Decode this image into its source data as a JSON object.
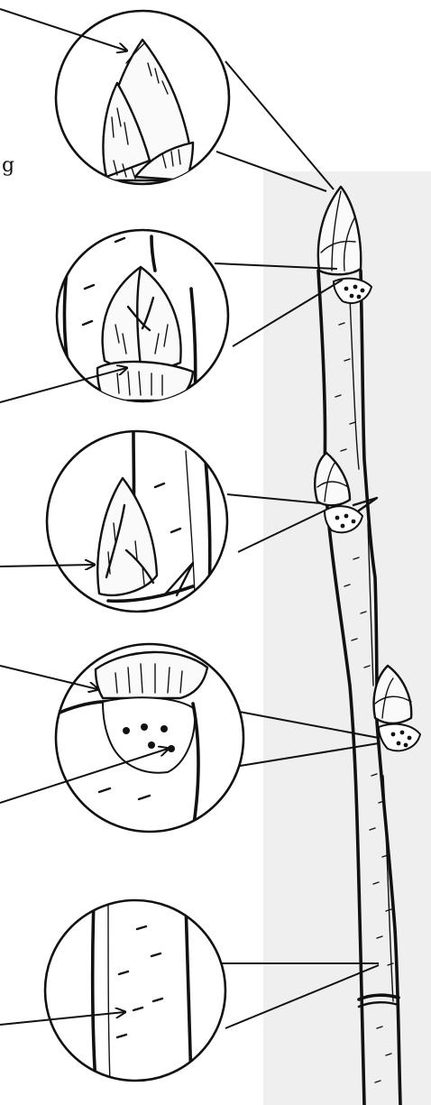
{
  "figure": {
    "cut_off_text": "g"
  },
  "palette": {
    "ink": "#111111",
    "paper": "#ffffff",
    "twig_shade": "#ededed"
  },
  "callouts": [
    {
      "id": "terminal-bud",
      "arrow": true
    },
    {
      "id": "bud-scale",
      "arrow": true
    },
    {
      "id": "lateral-bud",
      "arrow": true
    },
    {
      "id": "leaf-scar-and-bundle-scars",
      "arrow": true
    },
    {
      "id": "lenticel",
      "arrow": true
    }
  ]
}
